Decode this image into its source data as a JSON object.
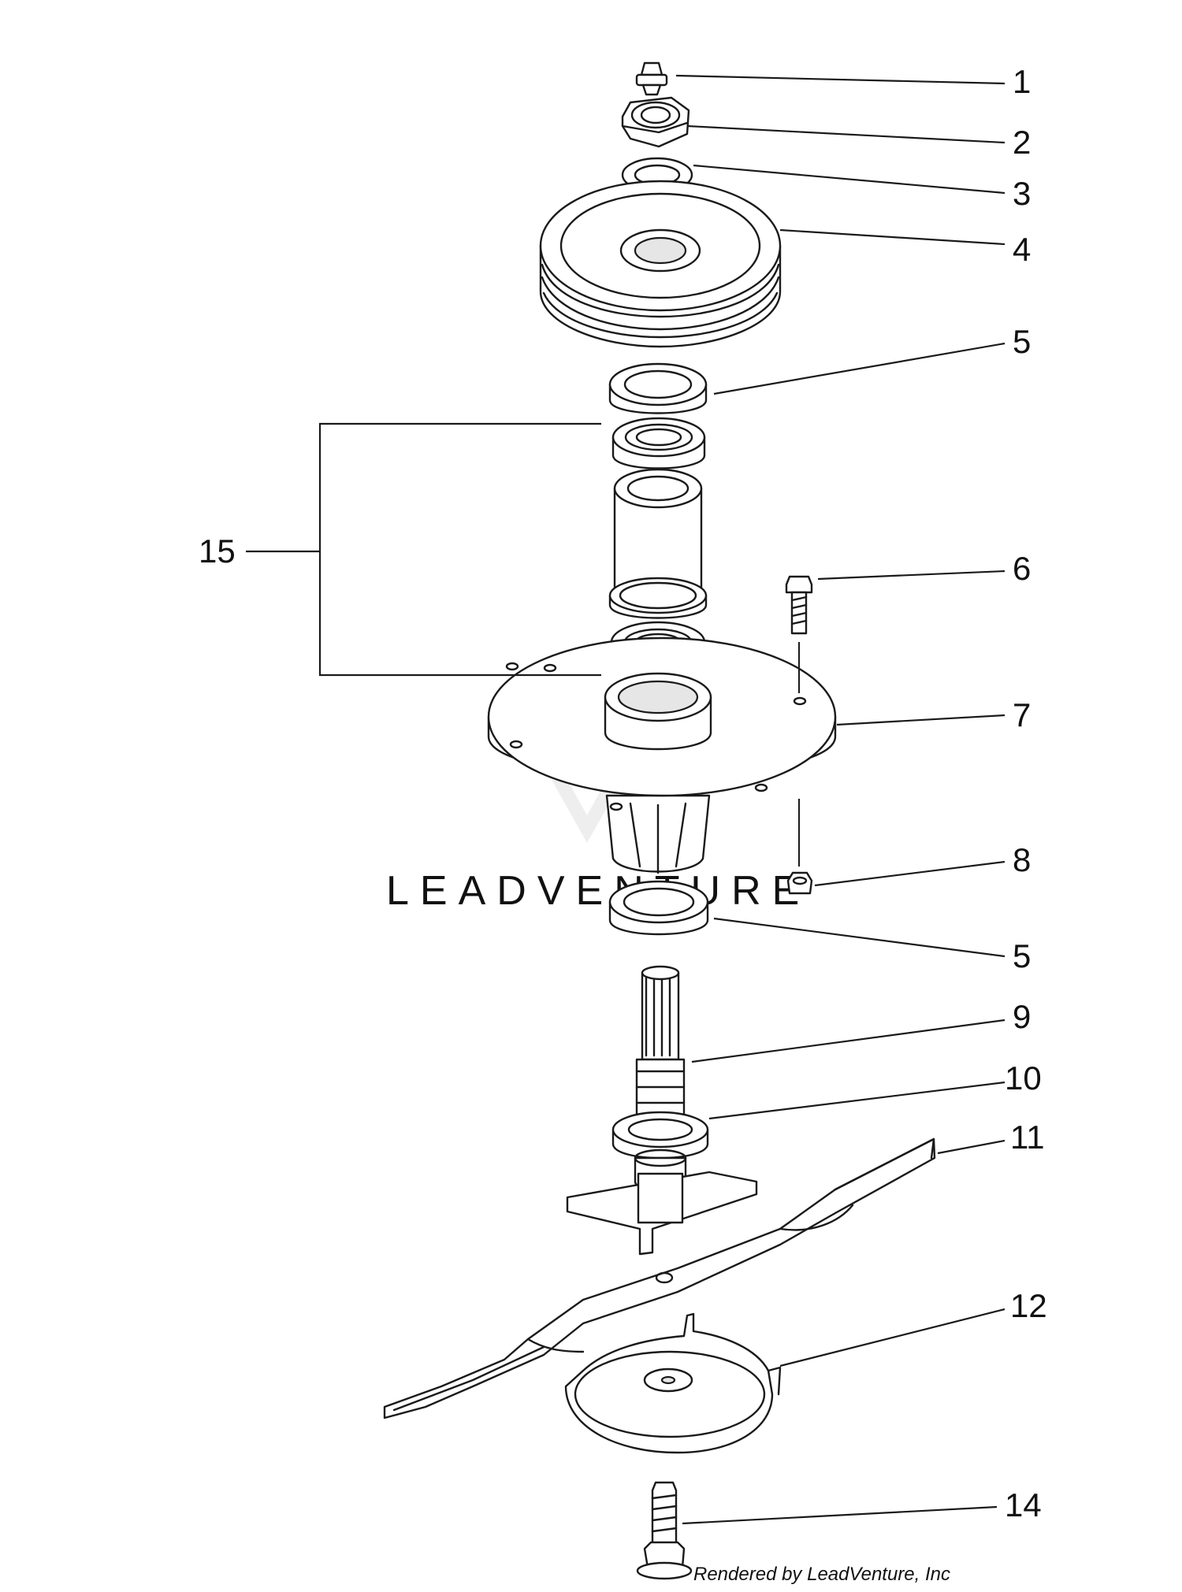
{
  "diagram": {
    "callouts": [
      "1",
      "2",
      "3",
      "4",
      "5",
      "15",
      "6",
      "7",
      "8",
      "5",
      "9",
      "10",
      "11",
      "12",
      "14"
    ],
    "watermark": "LEADVENTURE",
    "credit": "Rendered by LeadVenture, Inc"
  }
}
